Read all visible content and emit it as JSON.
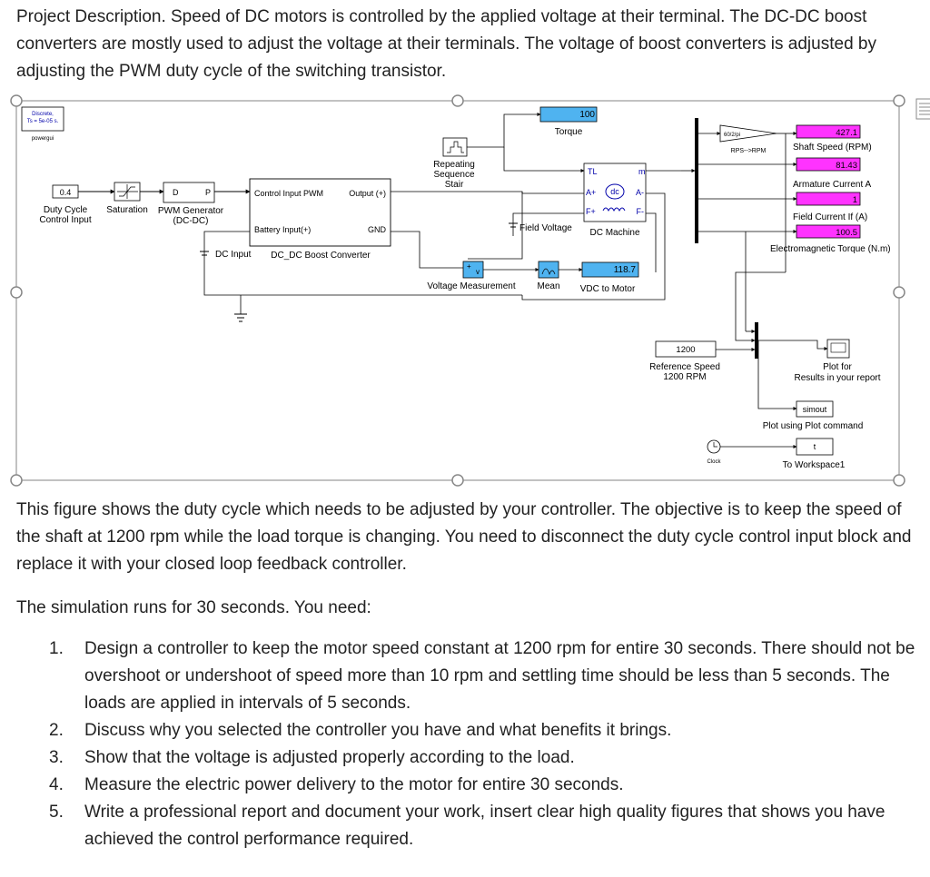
{
  "text": {
    "intro": "Project Description. Speed of DC motors is controlled by the applied voltage at their terminal. The DC-DC boost converters are mostly used to adjust the voltage at their terminals. The voltage of boost converters is adjusted by adjusting the PWM duty cycle of the switching transistor.",
    "figure_desc": "This figure shows the duty cycle which needs to be adjusted by your controller. The objective is to keep the speed of the shaft at 1200 rpm while the load torque is changing. You need to disconnect the duty cycle control input block and replace it with your closed loop feedback controller.",
    "sim": "The simulation runs for 30 seconds. You need:"
  },
  "tasks": [
    {
      "n": "1.",
      "text": "Design a controller to keep the motor speed constant at 1200 rpm for entire 30 seconds. There should not be overshoot or undershoot of speed more than 10 rpm and settling time should be less than 5 seconds. The loads are applied in intervals of 5 seconds."
    },
    {
      "n": "2.",
      "text": "Discuss why you selected the controller you have and what benefits it brings."
    },
    {
      "n": "3.",
      "text": "Show that the voltage is adjusted properly according to the load."
    },
    {
      "n": "4.",
      "text": "Measure the electric power delivery to the motor for entire 30 seconds."
    },
    {
      "n": "5.",
      "text": "Write a professional report and document your work, insert clear high quality figures that shows you have achieved the control performance required."
    }
  ],
  "diagram": {
    "powergui": {
      "line1": "Discrete,",
      "line2": "Ts = 5e-05 s.",
      "label": "powergui"
    },
    "duty": {
      "value": "0.4",
      "label1": "Duty Cycle",
      "label2": "Control Input"
    },
    "saturation": {
      "label": "Saturation"
    },
    "pwm": {
      "port_in": "D",
      "port_out": "P",
      "label1": "PWM Generator",
      "label2": "(DC-DC)"
    },
    "boost": {
      "in1": "Control Input  PWM",
      "out1": "Output (+)",
      "in2": "Battery Input(+)",
      "out2": "GND",
      "dc_input": "DC Input",
      "label": "DC_DC Boost Converter"
    },
    "stair": {
      "label1": "Repeating",
      "label2": "Sequence",
      "label3": "Stair"
    },
    "torque": {
      "value": "100",
      "label": "Torque"
    },
    "machine": {
      "tl": "TL",
      "m": "m",
      "a_plus": "A+",
      "a_minus": "A-",
      "dc": "dc",
      "f_plus": "F+",
      "f_minus": "F-",
      "label": "DC Machine"
    },
    "field": {
      "label": "Field Voltage"
    },
    "vmeas": {
      "label": "Voltage Measurement"
    },
    "mean": {
      "label": "Mean"
    },
    "vdc": {
      "value": "118.7",
      "label": "VDC to Motor"
    },
    "gain": {
      "value": "60/2/pi",
      "label": "RPS-->RPM"
    },
    "speed": {
      "value": "427.1",
      "label": "Shaft Speed (RPM)"
    },
    "armature": {
      "value": "81.43",
      "label": "Armature Current A"
    },
    "fieldcur": {
      "value": "1",
      "label": "Field Current If (A)"
    },
    "emtorque": {
      "value": "100.5",
      "label": "Electromagnetic Torque (N.m)"
    },
    "ref": {
      "value": "1200",
      "label1": "Reference Speed",
      "label2": "1200 RPM"
    },
    "plot": {
      "label1": "Plot for",
      "label2": "Results in your report"
    },
    "simout": {
      "value": "simout",
      "label": "Plot using Plot command"
    },
    "ws": {
      "value": "t",
      "label": "To Workspace1"
    },
    "clock": {
      "label": "Clock"
    }
  },
  "colors": {
    "display": "#4fb3f0",
    "scope": "#ff33ff",
    "text": "#222222",
    "handle": "#7a7a7a"
  }
}
